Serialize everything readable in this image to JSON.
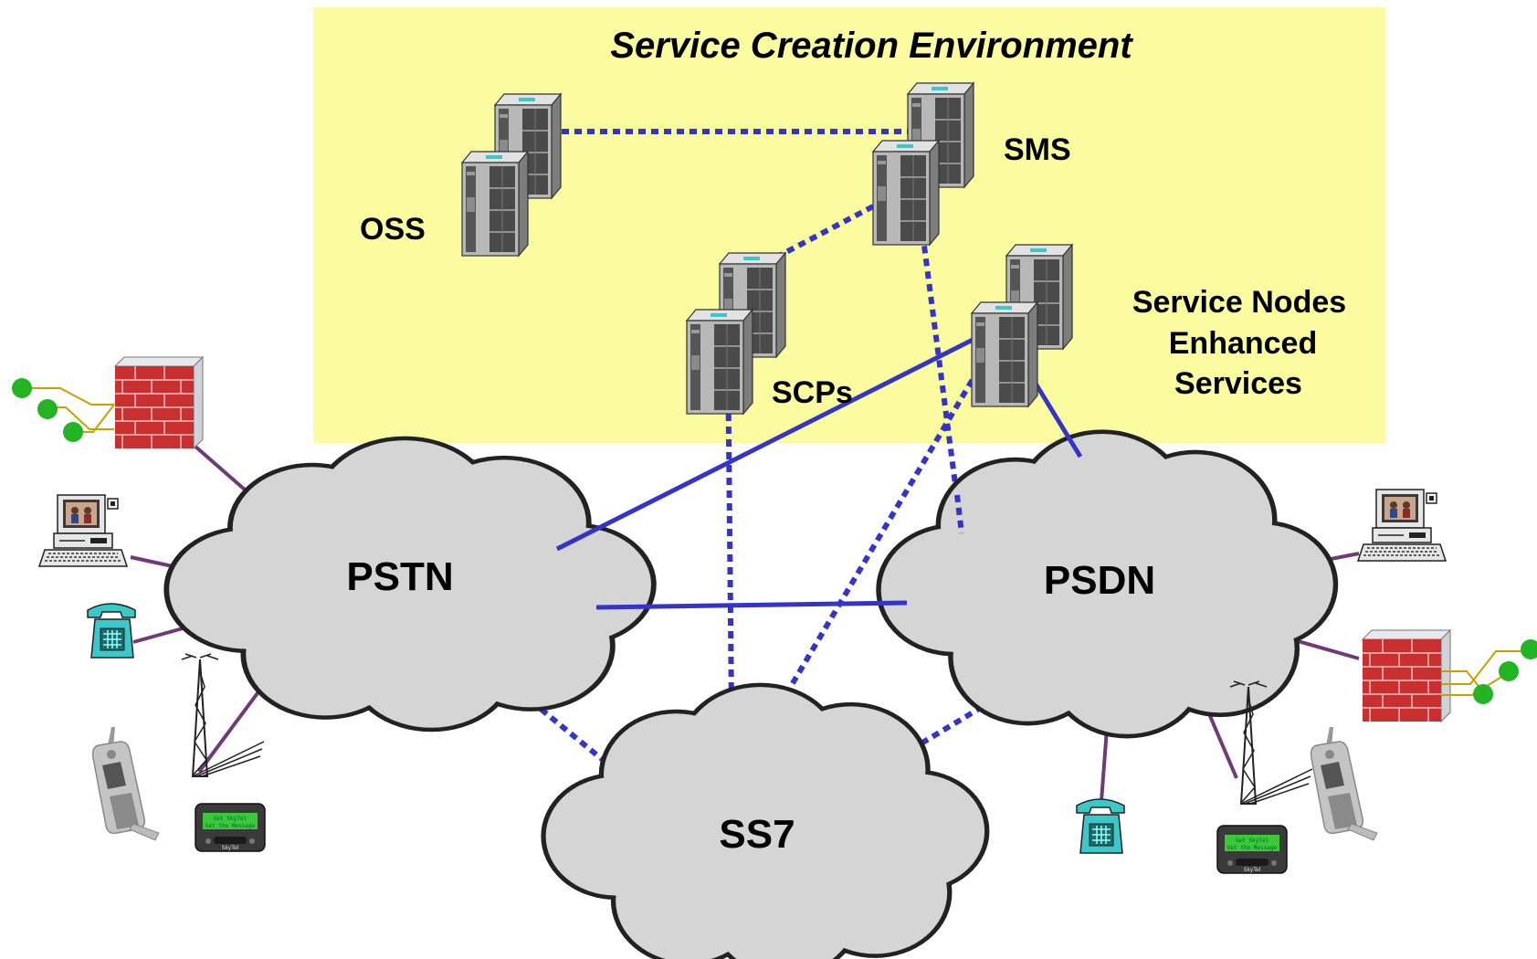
{
  "title": "Service Creation Environment",
  "nodes": {
    "oss": "OSS",
    "sms": "SMS",
    "scps": "SCPs",
    "service_nodes": [
      "Service Nodes",
      "Enhanced",
      "Services"
    ]
  },
  "clouds": {
    "pstn": "PSTN",
    "psdn": "PSDN",
    "ss7": "SS7"
  },
  "pager_text": [
    "Get SkyTel",
    "Get the Message"
  ],
  "pager_brand": "SkyTel",
  "colors": {
    "sce_background": "#fbfba0",
    "link_solid": "#3434c8",
    "link_dotted": "#3434c8",
    "access_line": "#703a78",
    "cloud_fill": "#d5d5d5"
  },
  "icons": [
    "server-icon",
    "cloud-icon",
    "computer-icon",
    "telephone-icon",
    "cell-tower-icon",
    "mobile-phone-icon",
    "pager-icon",
    "firewall-icon",
    "network-nodes-icon"
  ]
}
